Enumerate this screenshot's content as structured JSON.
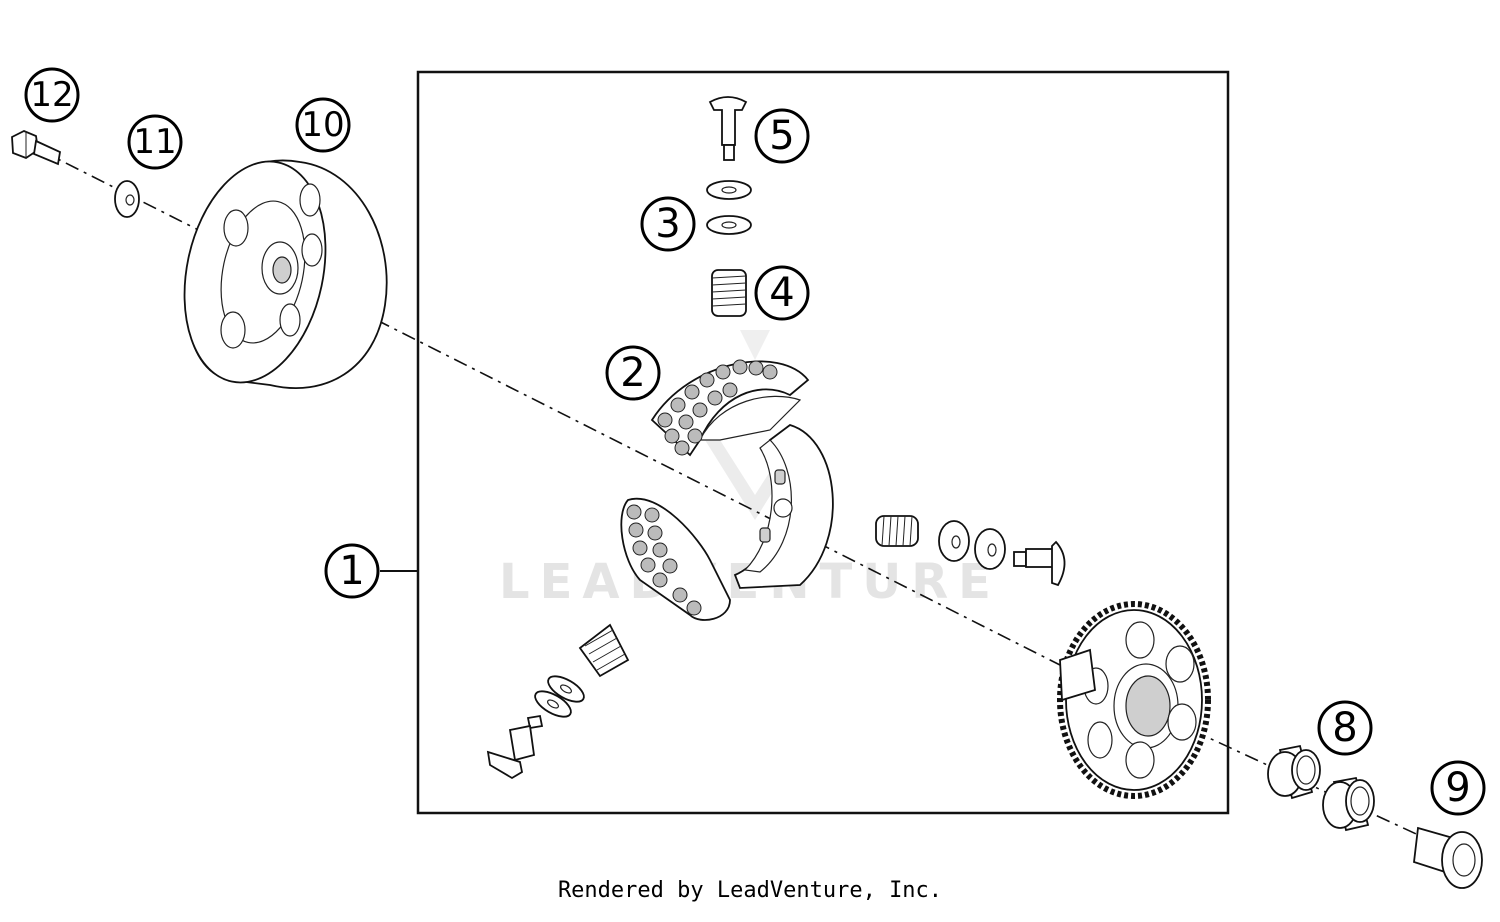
{
  "watermark": "LEADVENTURE",
  "footer": "Rendered by LeadVenture, Inc.",
  "callouts": [
    "1",
    "2",
    "3",
    "4",
    "5",
    "8",
    "9",
    "10",
    "11",
    "12"
  ]
}
